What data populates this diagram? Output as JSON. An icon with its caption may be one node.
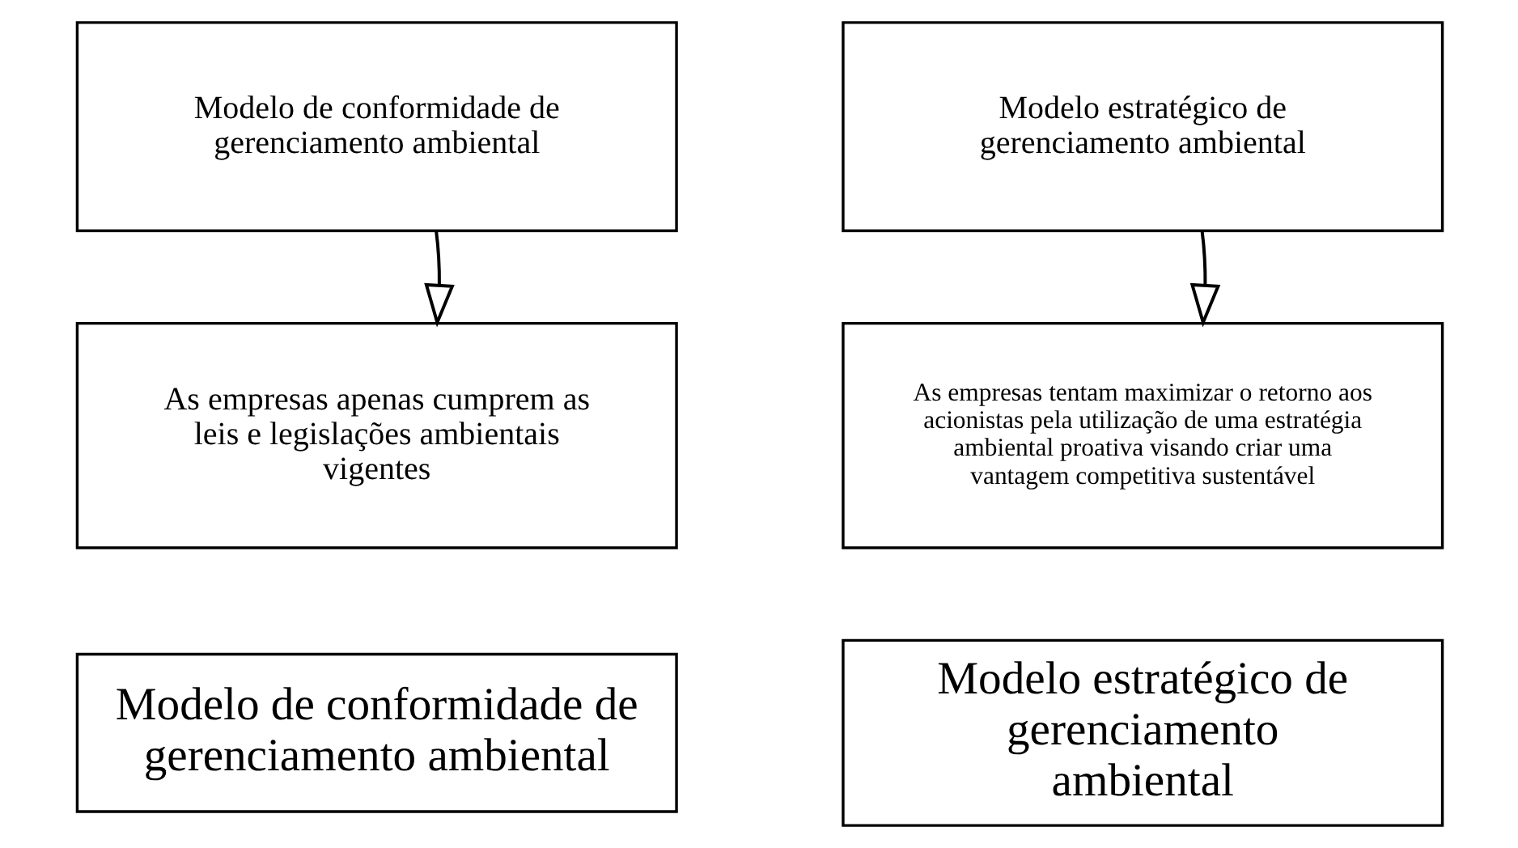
{
  "diagram": {
    "nodes": [
      {
        "text": [
          "Modelo de conformidade de gerenciamento ambiental"
        ]
      },
      {
        "text": [
          "Modelo estratégico de gerenciamento ambiental"
        ]
      },
      {
        "text": [
          "As empresas apenas cumprem as leis e legislações ambientais vigentes"
        ]
      },
      {
        "text": [
          "As empresas tentam maximizar o retorno aos acionistas pela utilização de uma estratégia ambiental proativa visando criar uma vantagem competitiva sustentável"
        ]
      },
      {
        "text": [
          "Modelo de conformidade de gerenciamento ambiental"
        ]
      },
      {
        "text": [
          "Modelo estratégico de gerenciamento ambiental"
        ]
      }
    ],
    "edges": [
      {
        "from": 0,
        "to": 2,
        "arrow": "to"
      },
      {
        "from": 1,
        "to": 3,
        "arrow": "to"
      }
    ]
  }
}
